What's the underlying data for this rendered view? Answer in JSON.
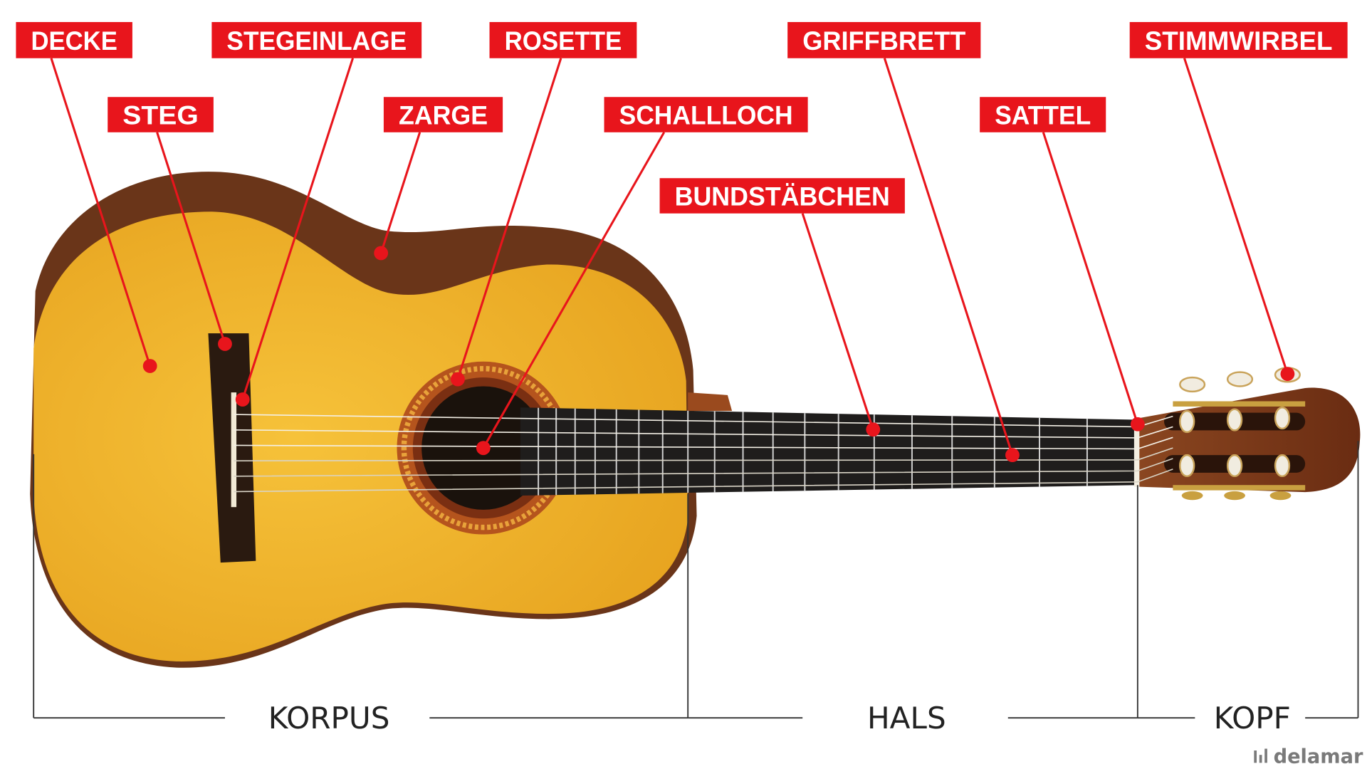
{
  "labels": [
    {
      "id": "decke",
      "text": "DECKE"
    },
    {
      "id": "steg",
      "text": "STEG"
    },
    {
      "id": "stegeinlage",
      "text": "STEGEINLAGE"
    },
    {
      "id": "zarge",
      "text": "ZARGE"
    },
    {
      "id": "rosette",
      "text": "ROSETTE"
    },
    {
      "id": "schallloch",
      "text": "SCHALLLOCH"
    },
    {
      "id": "bundstaebchen",
      "text": "BUNDSTÄBCHEN"
    },
    {
      "id": "griffbrett",
      "text": "GRIFFBRETT"
    },
    {
      "id": "sattel",
      "text": "SATTEL"
    },
    {
      "id": "stimmwirbel",
      "text": "STIMMWIRBEL"
    }
  ],
  "sections": [
    {
      "id": "korpus",
      "text": "KORPUS"
    },
    {
      "id": "hals",
      "text": "HALS"
    },
    {
      "id": "kopf",
      "text": "KOPF"
    }
  ],
  "logo": {
    "text": "delamar"
  },
  "colors": {
    "label_bg": "#e8151c",
    "label_text": "#ffffff",
    "top": "#f0b32a",
    "side": "#6a3519",
    "fretboard": "#1f1d1c"
  },
  "fret_count": 19
}
